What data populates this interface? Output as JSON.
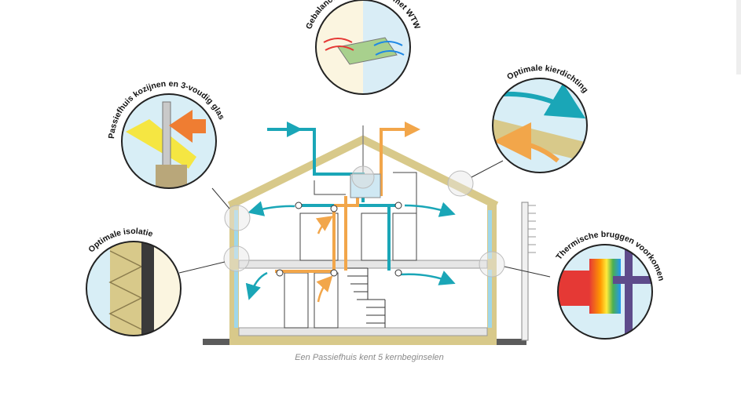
{
  "caption": "Een Passiefhuis kent 5 kernbeginselen",
  "callouts": {
    "ventilation": "Gebalanceerde ventilatie met WTW",
    "windows": "Passiefhuis kozijnen en 3-voudig glas",
    "airtightness": "Optimale kierdichting",
    "insulation": "Optimale isolatie",
    "thermal_bridges": "Thermische bruggen voorkomen"
  },
  "colors": {
    "wall": "#d8c98a",
    "fresh_air": "#1aa6b7",
    "exhaust_air": "#f2a64a",
    "glass": "#cfe8f3",
    "floor": "#e6e6e6"
  }
}
